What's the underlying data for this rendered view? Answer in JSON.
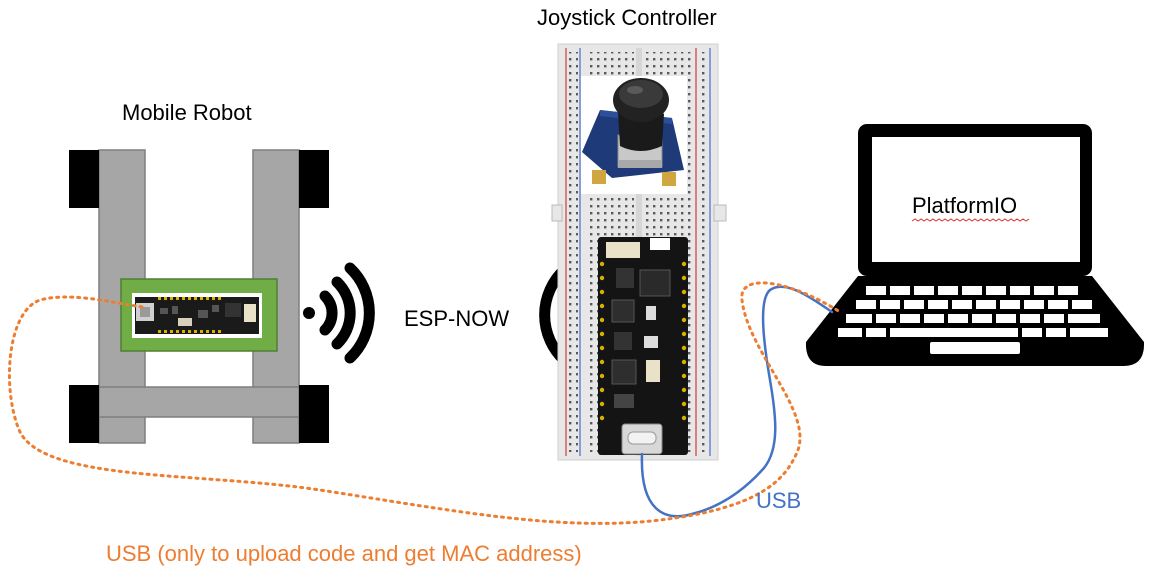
{
  "labels": {
    "mobile_robot": "Mobile Robot",
    "joystick_controller": "Joystick Controller",
    "esp_now": "ESP-NOW",
    "platformio": "PlatformIO",
    "usb_controller": "USB",
    "usb_robot": "USB (only to upload code and get MAC address)"
  },
  "colors": {
    "robot_frame": "#a6a6a6",
    "wheel": "#000000",
    "robot_board_bg": "#70ad47",
    "board": "#1a1a1a",
    "breadboard": "#e7e7e7",
    "joystick_pcb": "#1f3a78",
    "usb_cable_controller": "#4472c4",
    "usb_cable_robot": "#ed7d31",
    "laptop": "#000000"
  },
  "icons": [
    "wireless-signal-right-icon",
    "wireless-signal-left-icon",
    "laptop-icon",
    "joystick-icon"
  ]
}
